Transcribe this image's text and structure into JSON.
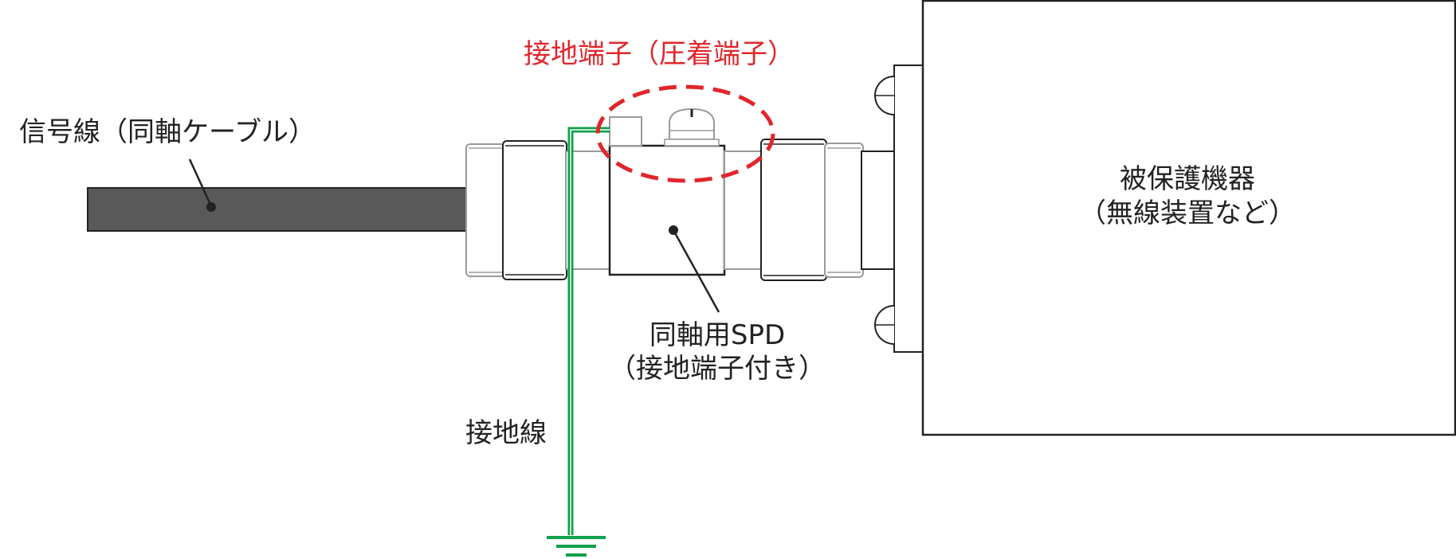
{
  "labels": {
    "signal_line": "信号線（同軸ケーブル）",
    "ground_terminal": "接地端子（圧着端子）",
    "coaxial_spd_line1": "同軸用SPD",
    "coaxial_spd_line2": "（接地端子付き）",
    "ground_wire": "接地線",
    "protected_equipment_line1": "被保護機器",
    "protected_equipment_line2": "（無線装置など）"
  },
  "colors": {
    "cable": "#595959",
    "ground_wire": "#11a04b",
    "ground_terminal_highlight": "#e0262b",
    "outline": "#222222",
    "connector_light": "#9a9a9a"
  },
  "icons": {
    "ground_symbol": "ground-icon"
  }
}
